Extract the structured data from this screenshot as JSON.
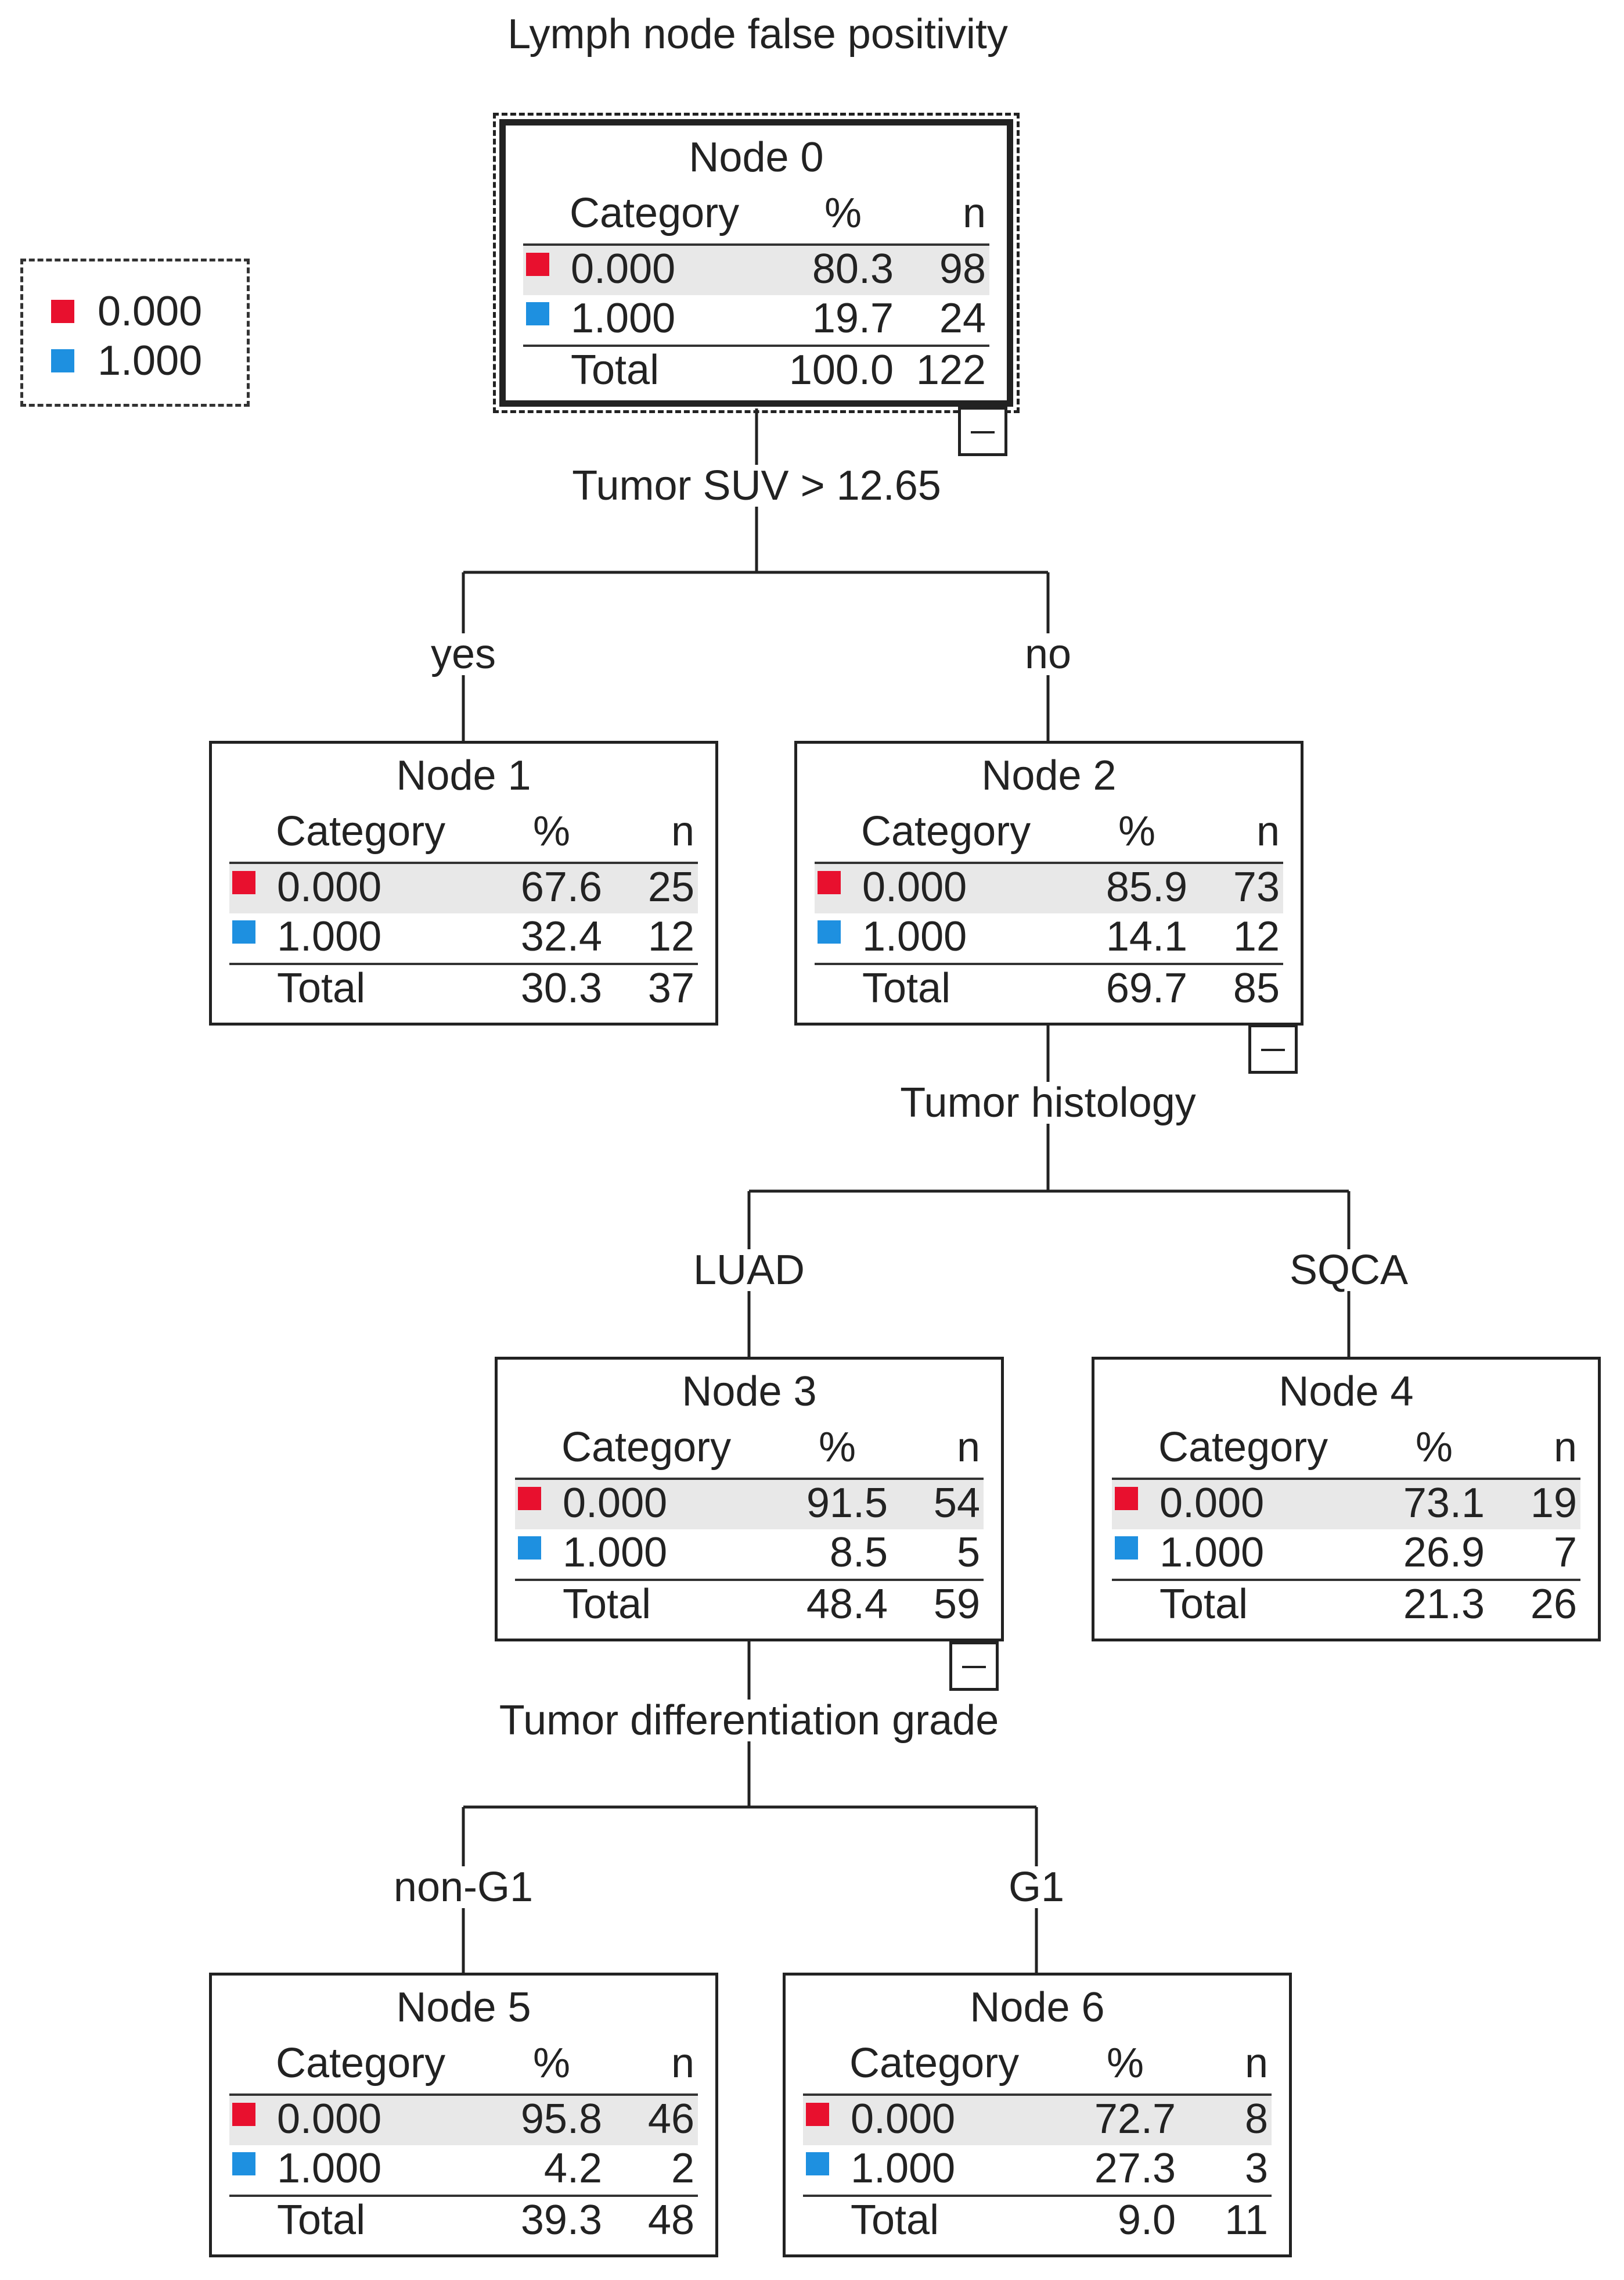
{
  "title": "Lymph node false positivity",
  "colors": {
    "cat_0": "#e8102e",
    "cat_1": "#1e90e0"
  },
  "legend": [
    {
      "label": "0.000"
    },
    {
      "label": "1.000"
    }
  ],
  "headers": {
    "category": "Category",
    "percent": "%",
    "n": "n"
  },
  "nodes": [
    {
      "title": "Node 0",
      "rows": [
        {
          "cat": "0.000",
          "pct": "80.3",
          "n": "98"
        },
        {
          "cat": "1.000",
          "pct": "19.7",
          "n": "24"
        }
      ],
      "total": {
        "label": "Total",
        "pct": "100.0",
        "n": "122"
      }
    },
    {
      "title": "Node 1",
      "rows": [
        {
          "cat": "0.000",
          "pct": "67.6",
          "n": "25"
        },
        {
          "cat": "1.000",
          "pct": "32.4",
          "n": "12"
        }
      ],
      "total": {
        "label": "Total",
        "pct": "30.3",
        "n": "37"
      }
    },
    {
      "title": "Node 2",
      "rows": [
        {
          "cat": "0.000",
          "pct": "85.9",
          "n": "73"
        },
        {
          "cat": "1.000",
          "pct": "14.1",
          "n": "12"
        }
      ],
      "total": {
        "label": "Total",
        "pct": "69.7",
        "n": "85"
      }
    },
    {
      "title": "Node 3",
      "rows": [
        {
          "cat": "0.000",
          "pct": "91.5",
          "n": "54"
        },
        {
          "cat": "1.000",
          "pct": "8.5",
          "n": "5"
        }
      ],
      "total": {
        "label": "Total",
        "pct": "48.4",
        "n": "59"
      }
    },
    {
      "title": "Node 4",
      "rows": [
        {
          "cat": "0.000",
          "pct": "73.1",
          "n": "19"
        },
        {
          "cat": "1.000",
          "pct": "26.9",
          "n": "7"
        }
      ],
      "total": {
        "label": "Total",
        "pct": "21.3",
        "n": "26"
      }
    },
    {
      "title": "Node 5",
      "rows": [
        {
          "cat": "0.000",
          "pct": "95.8",
          "n": "46"
        },
        {
          "cat": "1.000",
          "pct": "4.2",
          "n": "2"
        }
      ],
      "total": {
        "label": "Total",
        "pct": "39.3",
        "n": "48"
      }
    },
    {
      "title": "Node 6",
      "rows": [
        {
          "cat": "0.000",
          "pct": "72.7",
          "n": "8"
        },
        {
          "cat": "1.000",
          "pct": "27.3",
          "n": "3"
        }
      ],
      "total": {
        "label": "Total",
        "pct": "9.0",
        "n": "11"
      }
    }
  ],
  "splits": [
    {
      "variable": "Tumor SUV  > 12.65",
      "branches": [
        "yes",
        "no"
      ]
    },
    {
      "variable": "Tumor histology",
      "branches": [
        "LUAD",
        "SQCA"
      ]
    },
    {
      "variable": "Tumor differentiation grade",
      "branches": [
        "non-G1",
        "G1"
      ]
    }
  ]
}
